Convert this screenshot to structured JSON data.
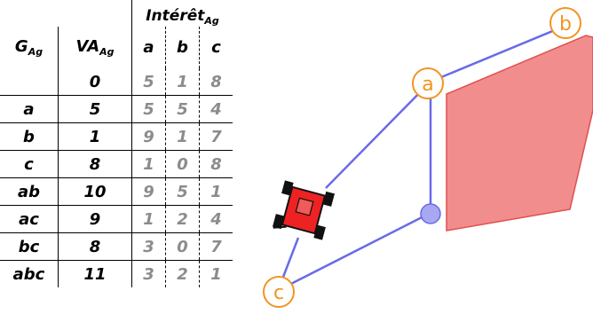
{
  "table": {
    "interest_header": "Intérêt",
    "interest_sub": "Ag",
    "col_g": "G",
    "col_g_sub": "Ag",
    "col_va": "VA",
    "col_va_sub": "Ag",
    "col_a": "a",
    "col_b": "b",
    "col_c": "c",
    "rows": [
      {
        "g": "",
        "va": "0",
        "a": "5",
        "b": "1",
        "c": "8"
      },
      {
        "g": "a",
        "va": "5",
        "a": "5",
        "b": "5",
        "c": "4"
      },
      {
        "g": "b",
        "va": "1",
        "a": "9",
        "b": "1",
        "c": "7"
      },
      {
        "g": "c",
        "va": "8",
        "a": "1",
        "b": "0",
        "c": "8"
      },
      {
        "g": "ab",
        "va": "10",
        "a": "9",
        "b": "5",
        "c": "1"
      },
      {
        "g": "ac",
        "va": "9",
        "a": "1",
        "b": "2",
        "c": "4"
      },
      {
        "g": "bc",
        "va": "8",
        "a": "3",
        "b": "0",
        "c": "7"
      },
      {
        "g": "abc",
        "va": "11",
        "a": "3",
        "b": "2",
        "c": "1"
      }
    ]
  },
  "diagram": {
    "nodes": {
      "a": "a",
      "b": "b",
      "c": "c"
    },
    "colors": {
      "edge": "#6a6ae8",
      "node_fill": "#ffffff",
      "node_stroke": "#f29422",
      "junction_fill": "#a8a8f2",
      "region_fill": "#f28d8d",
      "region_stroke": "#e05050",
      "robot_body": "#ee2222",
      "robot_wheels": "#111111"
    }
  }
}
